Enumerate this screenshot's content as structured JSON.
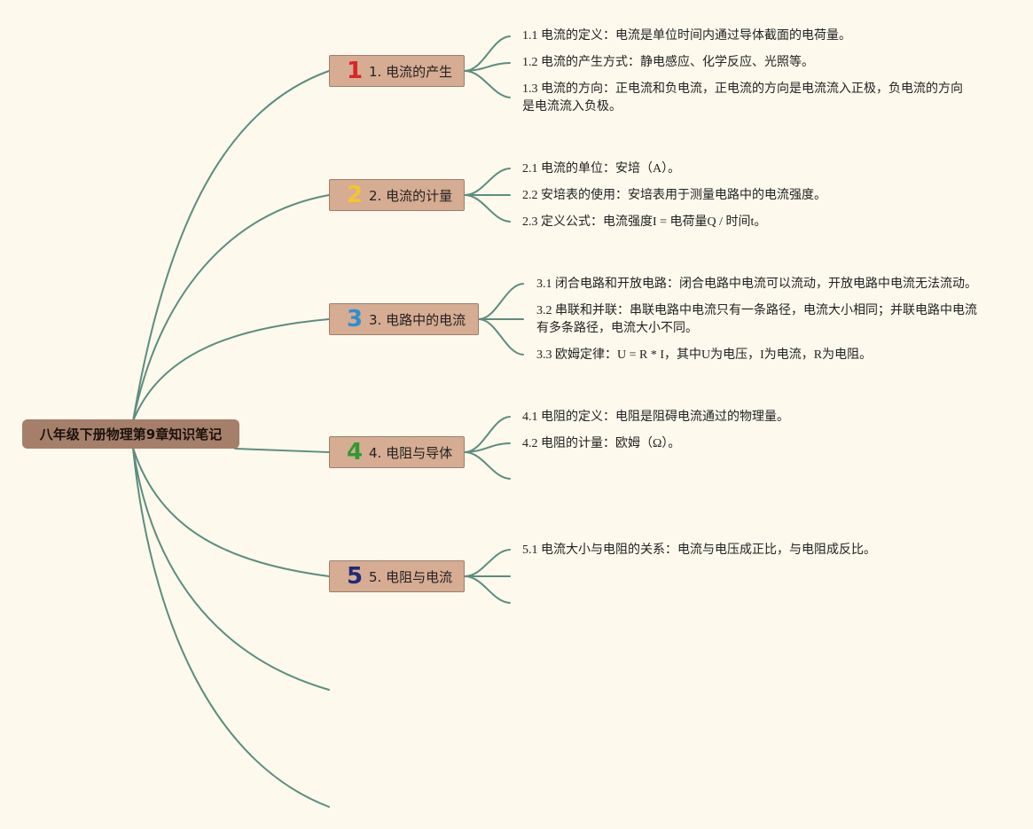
{
  "root": {
    "title": "八年级下册物理第9章知识笔记"
  },
  "branches": [
    {
      "number": "1",
      "number_color": "#d9252a",
      "label": "1. 电流的产生",
      "leaves": [
        "1.1 电流的定义：电流是单位时间内通过导体截面的电荷量。",
        "1.2 电流的产生方式：静电感应、化学反应、光照等。",
        "1.3 电流的方向：正电流和负电流，正电流的方向是电流流入正极，负电流的方向是电流流入负极。"
      ]
    },
    {
      "number": "2",
      "number_color": "#f3c434",
      "label": "2. 电流的计量",
      "leaves": [
        "2.1 电流的单位：安培（A）。",
        "2.2 安培表的使用：安培表用于测量电路中的电流强度。",
        "2.3 定义公式：电流强度I = 电荷量Q / 时间t。"
      ]
    },
    {
      "number": "3",
      "number_color": "#2e8fce",
      "label": "3. 电路中的电流",
      "leaves": [
        "3.1 闭合电路和开放电路：闭合电路中电流可以流动，开放电路中电流无法流动。",
        "3.2 串联和并联：串联电路中电流只有一条路径，电流大小相同；并联电路中电流有多条路径，电流大小不同。",
        "3.3 欧姆定律：U = R * I，其中U为电压，I为电流，R为电阻。"
      ]
    },
    {
      "number": "4",
      "number_color": "#2f9a34",
      "label": "4. 电阻与导体",
      "leaves": [
        "4.1 电阻的定义：电阻是阻碍电流通过的物理量。",
        "4.2 电阻的计量：欧姆（Ω）。"
      ]
    },
    {
      "number": "5",
      "number_color": "#1f2a78",
      "label": "5. 电阻与电流",
      "leaves": [
        "5.1 电流大小与电阻的关系：电流与电压成正比，与电阻成反比。"
      ]
    }
  ],
  "colors": {
    "background": "#fdf9ec",
    "connector": "#5c8d7f",
    "root_fill": "#a57f6a",
    "branch_fill": "#d6ac92"
  }
}
